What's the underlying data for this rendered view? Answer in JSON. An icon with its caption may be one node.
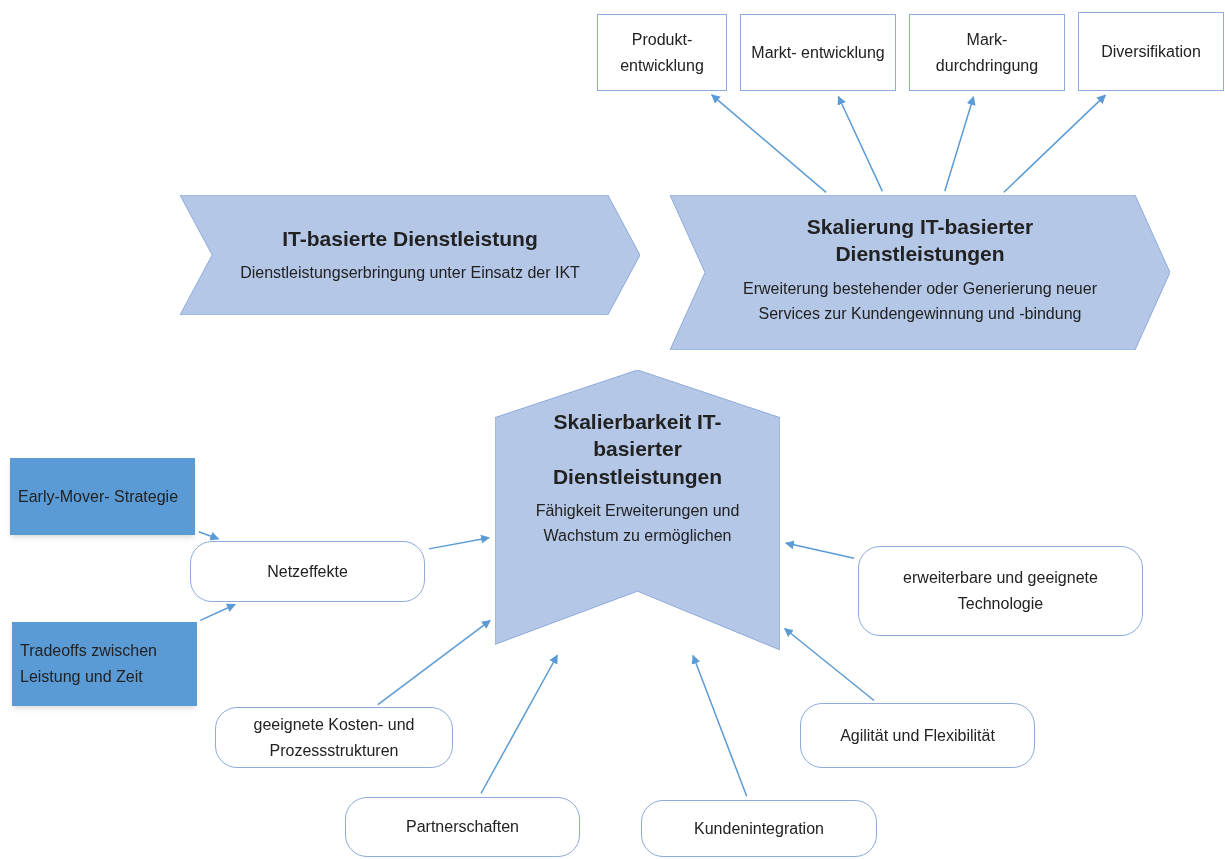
{
  "diagram": {
    "nodes": [
      {
        "text": [
          "IT-basierte Dienstleistung",
          "Dienstleistungserbringung unter Einsatz der IKT"
        ]
      },
      {
        "text": [
          "Skalierung IT-basierter Dienstleistungen",
          "Erweiterung bestehender oder Generierung neuer Services zur Kundengewinnung und -bindung"
        ]
      },
      {
        "text": [
          "Produkt- entwicklung"
        ]
      },
      {
        "text": [
          "Markt- entwicklung"
        ]
      },
      {
        "text": [
          "Mark- durchdringung"
        ]
      },
      {
        "text": [
          "Diversifikation"
        ]
      },
      {
        "text": [
          "Skalierbarkeit IT- basierter Dienstleistungen",
          "Fähigkeit Erweiterungen und Wachstum zu ermöglichen"
        ]
      },
      {
        "text": [
          "Early-Mover- Strategie"
        ]
      },
      {
        "text": [
          "Netzeffekte"
        ]
      },
      {
        "text": [
          "Tradeoffs zwischen Leistung und Zeit"
        ]
      },
      {
        "text": [
          "geeignete Kosten- und Prozessstrukturen"
        ]
      },
      {
        "text": [
          "Partnerschaften"
        ]
      },
      {
        "text": [
          "Kundenintegration"
        ]
      },
      {
        "text": [
          "Agilität und Flexibilität"
        ]
      },
      {
        "text": [
          "erweiterbare und geeignete Technologie"
        ]
      }
    ],
    "edges": [
      {
        "from": 1,
        "to": 2,
        "arrow": "to"
      },
      {
        "from": 1,
        "to": 3,
        "arrow": "to"
      },
      {
        "from": 1,
        "to": 4,
        "arrow": "to"
      },
      {
        "from": 1,
        "to": 5,
        "arrow": "to"
      },
      {
        "from": 7,
        "to": 8,
        "arrow": "to"
      },
      {
        "from": 9,
        "to": 8,
        "arrow": "to"
      },
      {
        "from": 8,
        "to": 6,
        "arrow": "to"
      },
      {
        "from": 14,
        "to": 6,
        "arrow": "to"
      },
      {
        "from": 10,
        "to": 6,
        "arrow": "to"
      },
      {
        "from": 11,
        "to": 6,
        "arrow": "to"
      },
      {
        "from": 12,
        "to": 6,
        "arrow": "to"
      },
      {
        "from": 13,
        "to": 6,
        "arrow": "to"
      }
    ]
  }
}
